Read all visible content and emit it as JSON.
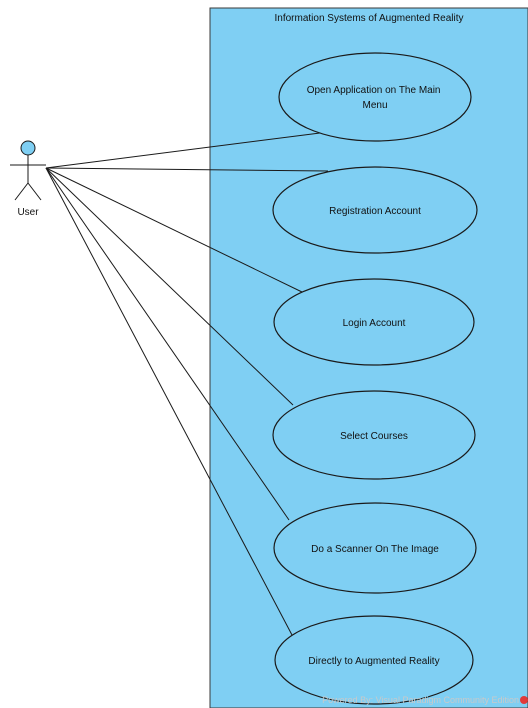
{
  "system": {
    "title": "Information Systems of Augmented Reality"
  },
  "actor": {
    "label": "User"
  },
  "use_cases": [
    {
      "lines": [
        "Open Application on The Main",
        "Menu"
      ]
    },
    {
      "lines": [
        "Registration Account"
      ]
    },
    {
      "lines": [
        "Login Account"
      ]
    },
    {
      "lines": [
        "Select Courses"
      ]
    },
    {
      "lines": [
        "Do a Scanner On The Image"
      ]
    },
    {
      "lines": [
        "Directly to Augmented Reality"
      ]
    }
  ],
  "watermark": {
    "text": "Powered By: Visual Paradigm Community Edition"
  },
  "colors": {
    "boundary_fill": "#7fcff3",
    "usecase_fill": "#7fcff3",
    "stroke": "#1a1a1a"
  }
}
